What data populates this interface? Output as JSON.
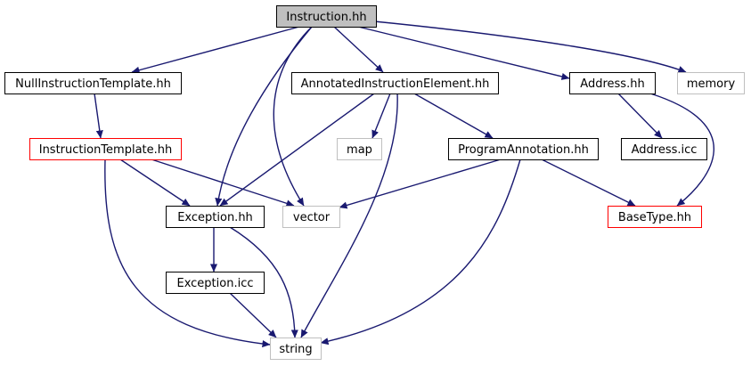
{
  "colors": {
    "edge": "#191970",
    "root_fill": "#bfbfbf",
    "default_border": "#000000",
    "red_border": "#ff0000",
    "external_border": "#bfbfbf",
    "label": "#000000"
  },
  "nodes": {
    "instruction": {
      "label": "Instruction.hh",
      "style": "root"
    },
    "null_instruction_template": {
      "label": "NullInstructionTemplate.hh",
      "style": "default"
    },
    "annotated_instruction_element": {
      "label": "AnnotatedInstructionElement.hh",
      "style": "default"
    },
    "address": {
      "label": "Address.hh",
      "style": "default"
    },
    "memory": {
      "label": "memory",
      "style": "external"
    },
    "instruction_template": {
      "label": "InstructionTemplate.hh",
      "style": "red"
    },
    "map": {
      "label": "map",
      "style": "external"
    },
    "program_annotation": {
      "label": "ProgramAnnotation.hh",
      "style": "default"
    },
    "address_icc": {
      "label": "Address.icc",
      "style": "default"
    },
    "exception": {
      "label": "Exception.hh",
      "style": "default"
    },
    "vector": {
      "label": "vector",
      "style": "external"
    },
    "base_type": {
      "label": "BaseType.hh",
      "style": "red"
    },
    "exception_icc": {
      "label": "Exception.icc",
      "style": "default"
    },
    "string": {
      "label": "string",
      "style": "external"
    }
  },
  "edges": [
    [
      "instruction",
      "null_instruction_template"
    ],
    [
      "instruction",
      "annotated_instruction_element"
    ],
    [
      "instruction",
      "address"
    ],
    [
      "instruction",
      "memory"
    ],
    [
      "instruction",
      "exception"
    ],
    [
      "instruction",
      "vector"
    ],
    [
      "null_instruction_template",
      "instruction_template"
    ],
    [
      "annotated_instruction_element",
      "exception"
    ],
    [
      "annotated_instruction_element",
      "map"
    ],
    [
      "annotated_instruction_element",
      "program_annotation"
    ],
    [
      "annotated_instruction_element",
      "string"
    ],
    [
      "address",
      "address_icc"
    ],
    [
      "address",
      "base_type"
    ],
    [
      "instruction_template",
      "exception"
    ],
    [
      "instruction_template",
      "vector"
    ],
    [
      "instruction_template",
      "string"
    ],
    [
      "program_annotation",
      "vector"
    ],
    [
      "program_annotation",
      "base_type"
    ],
    [
      "program_annotation",
      "string"
    ],
    [
      "exception",
      "exception_icc"
    ],
    [
      "exception",
      "string"
    ],
    [
      "exception_icc",
      "string"
    ]
  ]
}
